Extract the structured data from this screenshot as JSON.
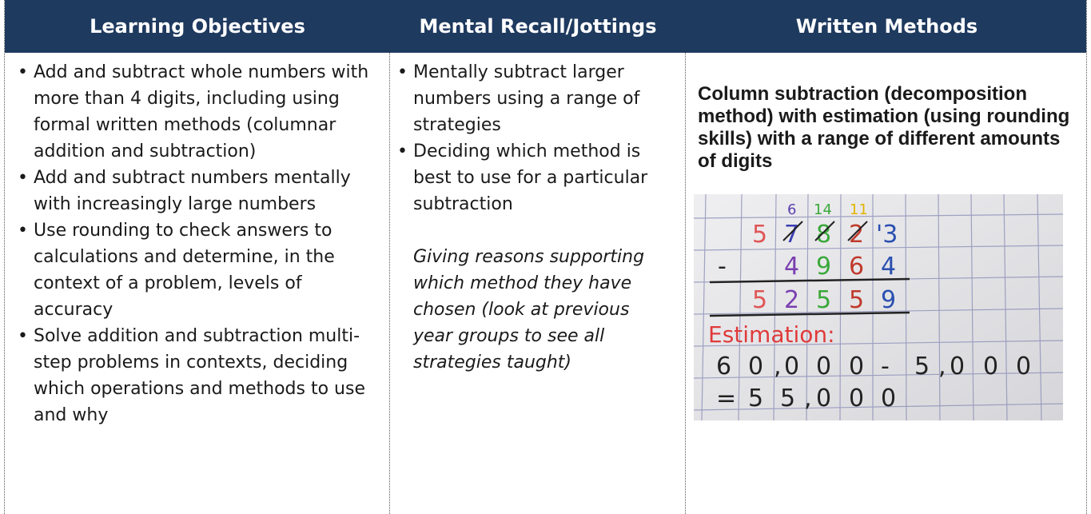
{
  "headers": {
    "learning_objectives": "Learning Objectives",
    "mental_recall": "Mental Recall/Jottings",
    "written_methods": "Written Methods"
  },
  "learning_objectives": [
    "Add and subtract whole numbers with more than 4 digits, including using formal written methods (columnar addition and subtraction)",
    "Add and subtract numbers mentally with increasingly large numbers",
    "Use rounding to check answers to calculations and determine, in the context of a problem, levels of accuracy",
    "Solve addition and subtraction multi-step problems in contexts, deciding which operations and methods to use and why"
  ],
  "mental_recall": {
    "items": [
      "Mentally subtract larger numbers using a range of strategies",
      "Deciding which method is best to use for a particular subtraction"
    ],
    "note": "Giving reasons supporting which method they have chosen (look at previous year groups to see all strategies taught)"
  },
  "written_methods": {
    "title": "Column subtraction (decomposition method) with estimation (using rounding skills) with a range of different amounts of digits",
    "photo": {
      "exchange_marks": [
        "6",
        "14",
        "11"
      ],
      "top_row": [
        "5",
        "7",
        "8",
        "2",
        "'3"
      ],
      "minus_row": [
        "-",
        "4",
        "9",
        "6",
        "4"
      ],
      "answer_row": [
        "5",
        "2",
        "5",
        "5",
        "9"
      ],
      "estimation_label": "Estimation:",
      "estimation_line": [
        "6",
        "0",
        ",",
        "0",
        "0",
        "0",
        "-",
        "5",
        ",",
        "0",
        "0",
        "0"
      ],
      "result_line": [
        "=",
        "5",
        "5",
        ",",
        "0",
        "0",
        "0"
      ]
    }
  }
}
